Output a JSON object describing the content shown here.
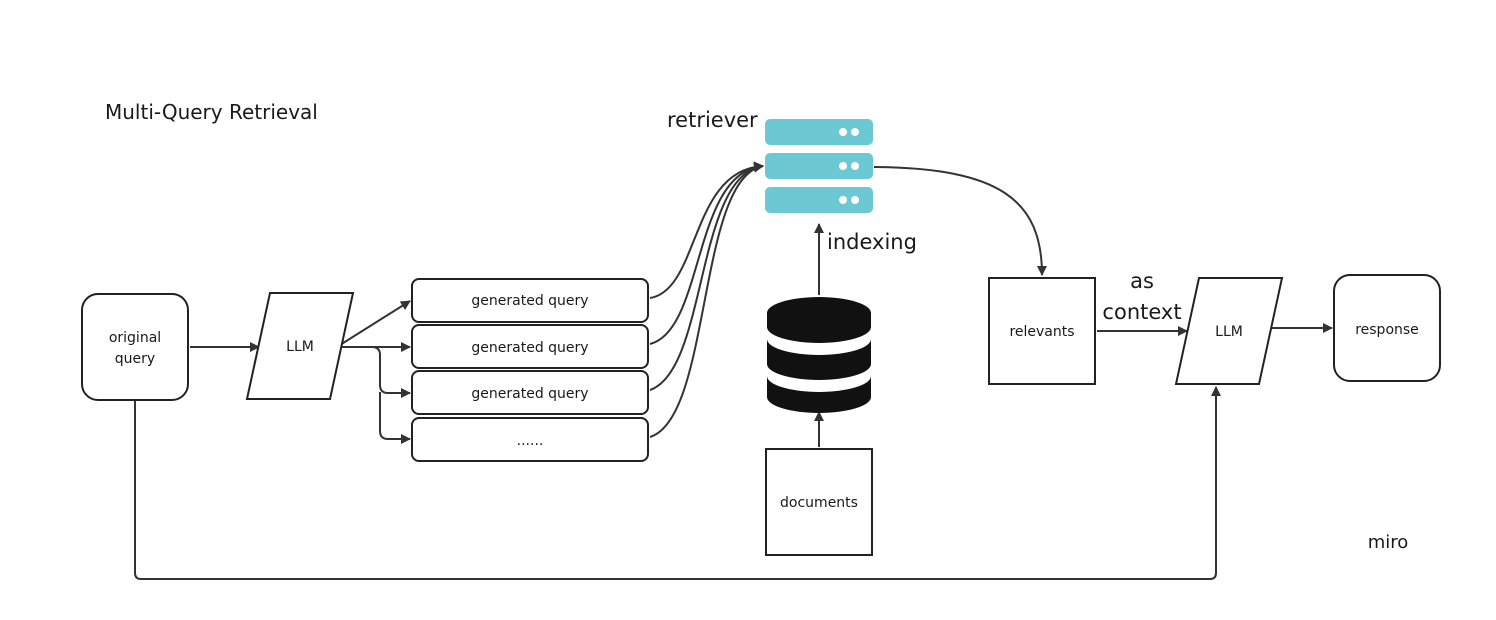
{
  "title": "Multi-Query Retrieval",
  "watermark": "miro",
  "colors": {
    "server": "#6cc8d2",
    "database": "#111111",
    "stroke": "#222222",
    "watermark": "#b5b5b5"
  },
  "nodes": {
    "original_query": {
      "line1": "original",
      "line2": "query"
    },
    "llm_1": "LLM",
    "generated_queries": [
      "generated query",
      "generated query",
      "generated query",
      "......"
    ],
    "retriever_label": "retriever",
    "indexing_label": "indexing",
    "documents": "documents",
    "relevants": "relevants",
    "context_label": {
      "line1": "as",
      "line2": "context"
    },
    "llm_2": "LLM",
    "response": "response"
  },
  "icons": {
    "retriever": "server-stack-icon",
    "vector_store": "database-icon"
  }
}
